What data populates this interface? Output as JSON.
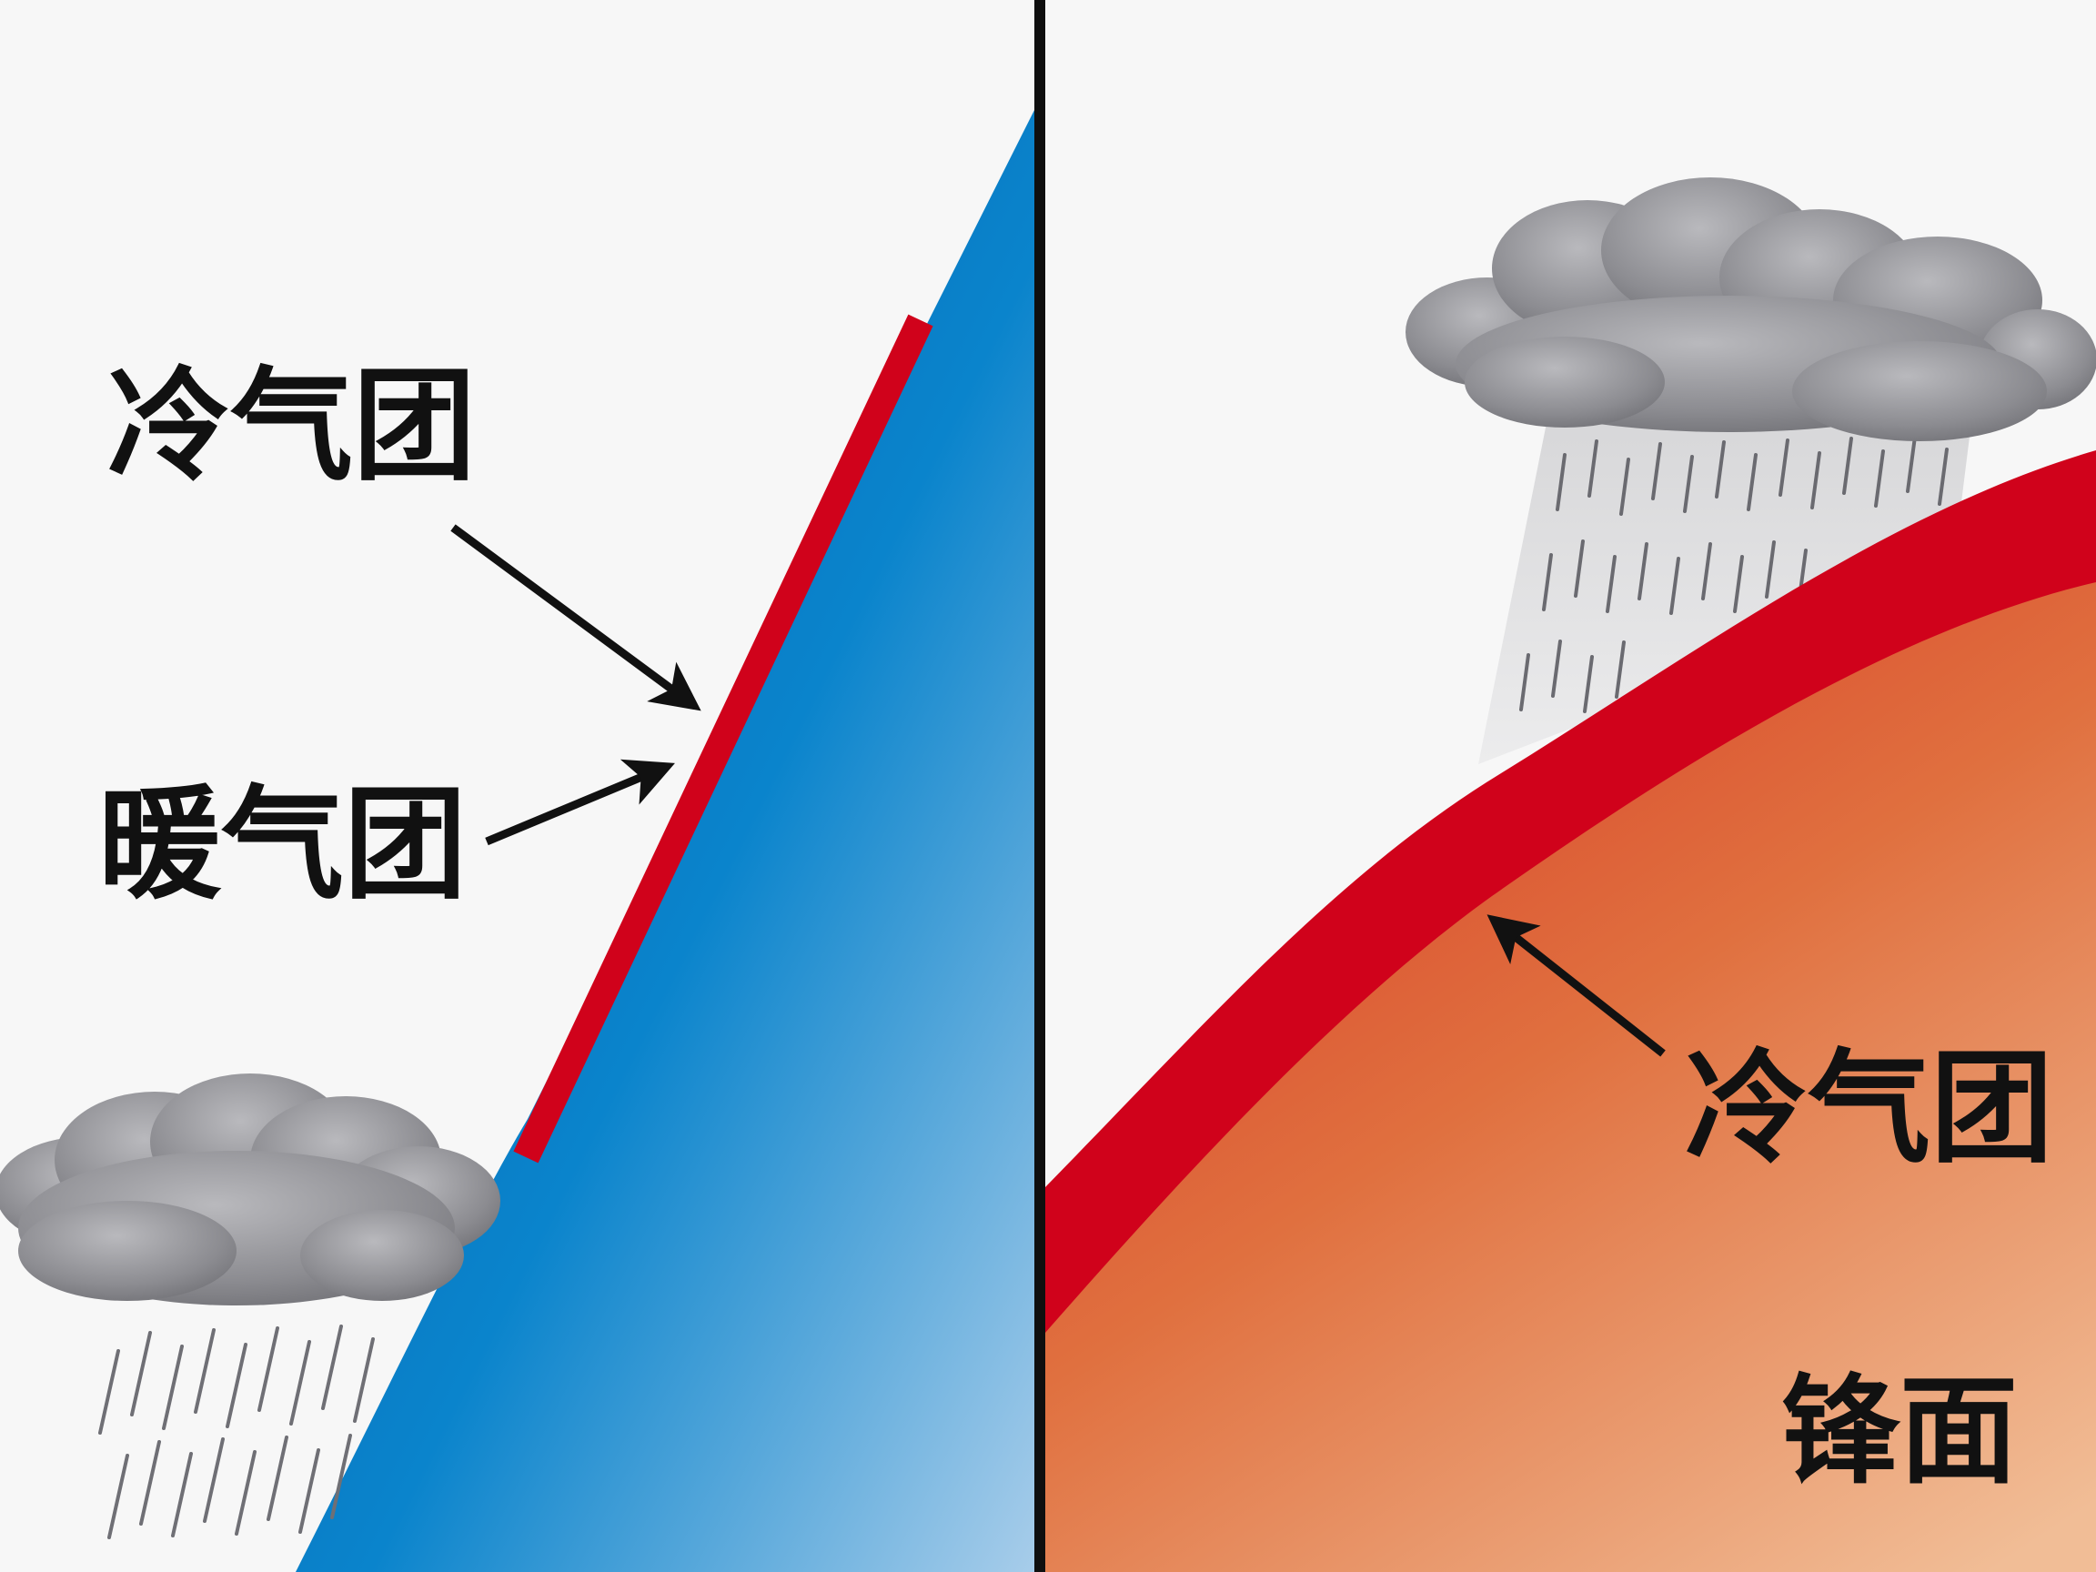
{
  "labels": {
    "left_upper": "冷气团",
    "left_lower": "暖气团",
    "right_arrow": "冷气团",
    "right_bottom": "锋面"
  },
  "colors": {
    "background": "#f7f7f7",
    "divider": "#0f0f0f",
    "front_red": "#d0021b",
    "cold_blue_dark": "#0a62b0",
    "cold_blue_light": "#a9cdea",
    "warm_orange_dark": "#d9452a",
    "warm_orange_light": "#f0b892",
    "cloud_gray": "#8a8a8e",
    "rain_gray": "#6f6f75",
    "label_text": "#111111"
  }
}
